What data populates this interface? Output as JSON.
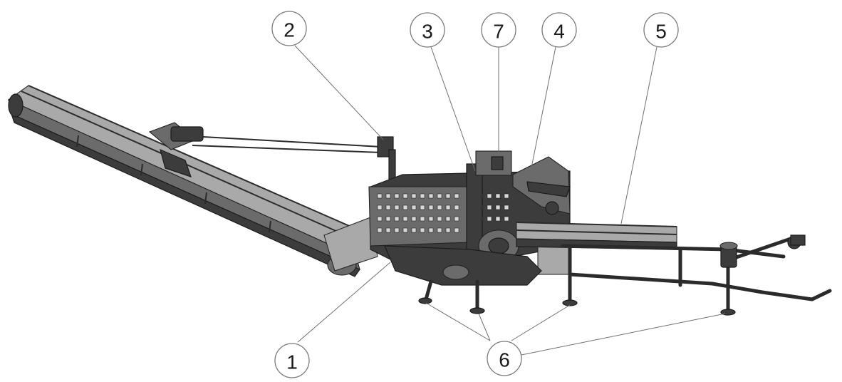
{
  "diagram": {
    "callouts": [
      {
        "id": "1",
        "label": "1"
      },
      {
        "id": "2",
        "label": "2"
      },
      {
        "id": "3",
        "label": "3"
      },
      {
        "id": "4",
        "label": "4"
      },
      {
        "id": "5",
        "label": "5"
      },
      {
        "id": "6",
        "label": "6"
      },
      {
        "id": "7",
        "label": "7"
      }
    ],
    "colors": {
      "machine_dark": "#3c3c3c",
      "machine_mid": "#6b6b6b",
      "machine_light": "#a9a9a9",
      "leader_line": "#6f6f6f"
    }
  }
}
